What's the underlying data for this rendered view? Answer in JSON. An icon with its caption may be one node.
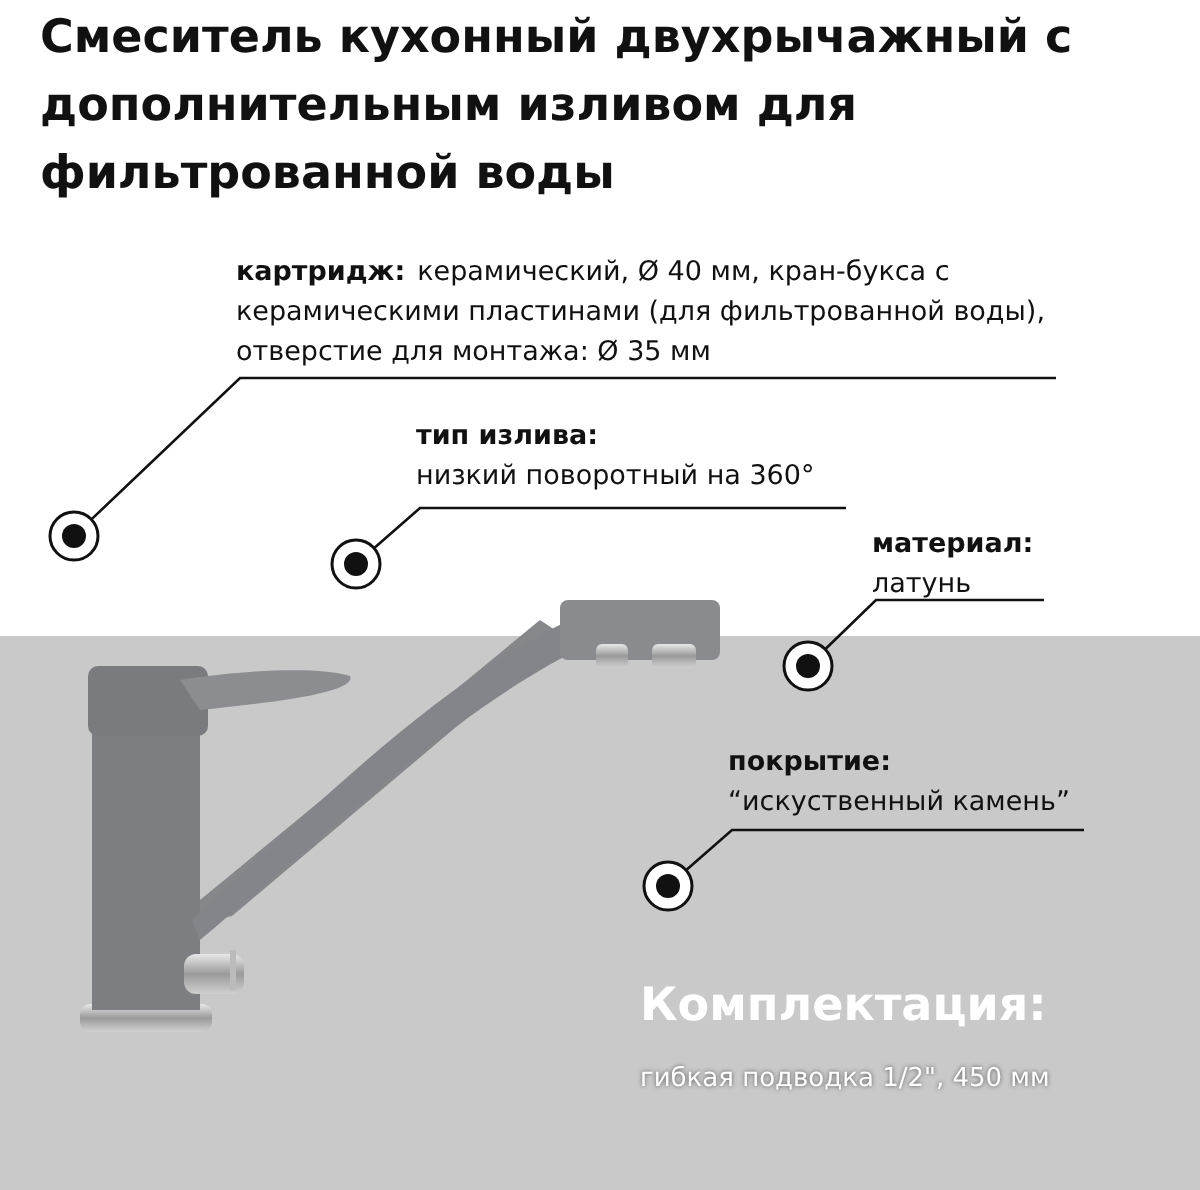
{
  "diagram": {
    "title": "Смеситель кухонный двухрычажный с дополнительным изливом для фильтрованной воды",
    "nodes": [
      {
        "text": [
          "картридж:",
          "керамический, Ø 40 мм, кран-букса с керамическими пластинами (для фильтрованной воды), отверстие для монтажа: Ø 35 мм"
        ]
      },
      {
        "text": [],
        "shape": "circle"
      },
      {
        "text": [
          "тип излива:",
          "низкий поворотный на 360°"
        ]
      },
      {
        "text": [],
        "shape": "circle"
      },
      {
        "text": [
          "материал:",
          "латунь"
        ]
      },
      {
        "text": [],
        "shape": "circle"
      },
      {
        "text": [
          "покрытие:",
          "“искуственный камень”"
        ]
      },
      {
        "text": [],
        "shape": "circle"
      }
    ],
    "edges": [
      {
        "from": 0,
        "to": 1,
        "arrow": "none"
      },
      {
        "from": 2,
        "to": 3,
        "arrow": "none"
      },
      {
        "from": 4,
        "to": 5,
        "arrow": "none"
      },
      {
        "from": 6,
        "to": 7,
        "arrow": "none"
      }
    ],
    "labels": [
      "Комплектация:",
      "гибкая подводка 1/2\", 450 мм"
    ]
  }
}
